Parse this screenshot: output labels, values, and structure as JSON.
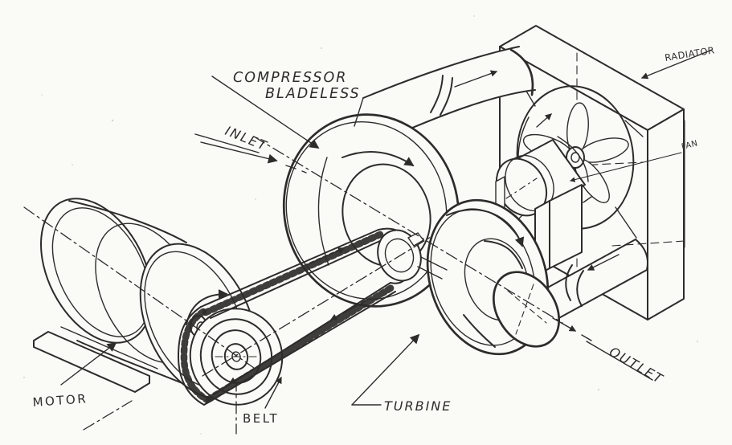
{
  "diagram": {
    "kind": "hand-drawn isometric engineering sketch",
    "ink_color": "#2e2c2a",
    "paper_color": "#fafaf7",
    "labels": {
      "compressor_line1": "COMPRESSOR",
      "compressor_line2": "BLADELESS",
      "inlet": "INLET",
      "radiator": "RADIATOR",
      "fan": "FAN",
      "outlet": "OUTLET",
      "turbine": "TURBINE",
      "belt": "BELT",
      "motor": "MOTOR"
    }
  }
}
